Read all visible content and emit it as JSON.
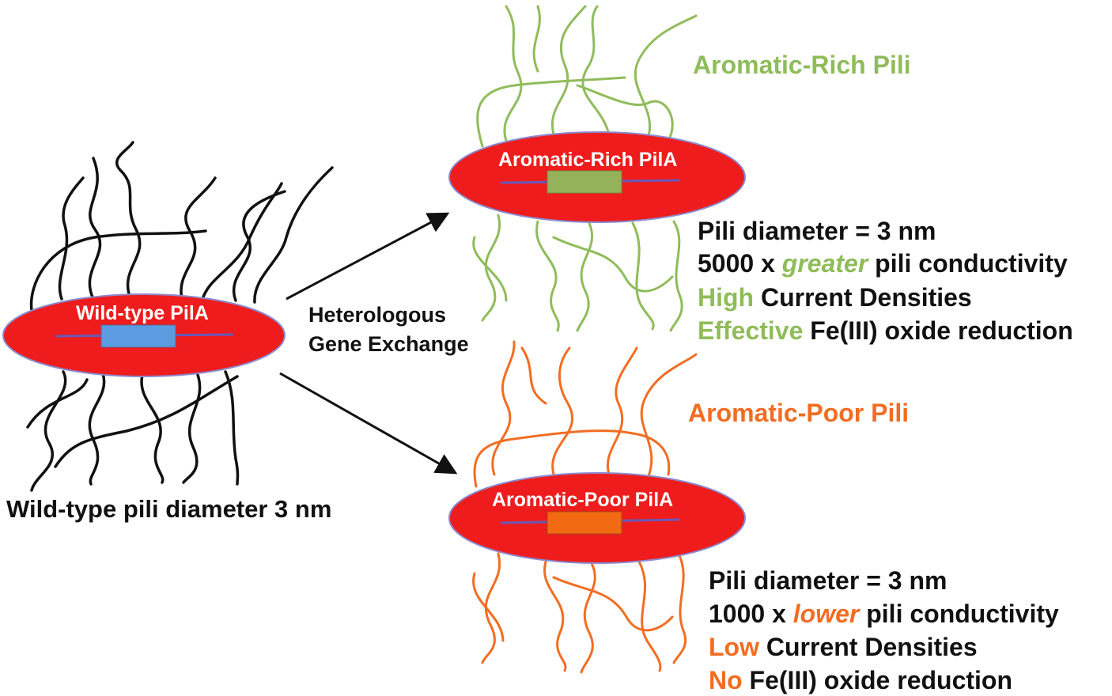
{
  "colors": {
    "cell_fill": "#ee1c1c",
    "cell_stroke": "#8a8ad0",
    "wild_pili": "#111111",
    "rich_pili": "#8fbc5a",
    "poor_pili": "#f26d22",
    "wild_gene": "#5b9be0",
    "rich_gene": "#93b25a",
    "poor_gene": "#f26a12",
    "gene_line": "#6a58b8",
    "text_black": "#111111",
    "green_text": "#8fbc5a",
    "orange_text": "#f26d22"
  },
  "wild": {
    "cell_label": "Wild-type PilA",
    "caption": "Wild-type pili diameter 3 nm"
  },
  "exchange": {
    "line1": "Heterologous",
    "line2": "Gene Exchange"
  },
  "rich": {
    "title": "Aromatic-Rich Pili",
    "cell_label": "Aromatic-Rich PilA",
    "stats": {
      "line1": "Pili diameter = 3 nm",
      "line2_prefix": "5000 x ",
      "line2_highlight": "greater",
      "line2_suffix": " pili conductivity",
      "line3_highlight": "High",
      "line3_rest": " Current Densities",
      "line4_highlight": "Effective",
      "line4_rest": " Fe(III) oxide reduction"
    }
  },
  "poor": {
    "title": "Aromatic-Poor Pili",
    "cell_label": "Aromatic-Poor PilA",
    "stats": {
      "line1": "Pili diameter = 3 nm",
      "line2_prefix": "1000 x ",
      "line2_highlight": "lower",
      "line2_suffix": " pili conductivity",
      "line3_highlight": "Low",
      "line3_rest": " Current Densities",
      "line4_highlight": "No",
      "line4_rest": " Fe(III) oxide reduction"
    }
  }
}
